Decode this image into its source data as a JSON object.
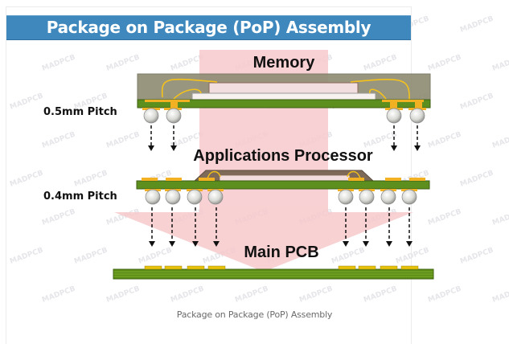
{
  "banner": {
    "title": "Package on Package (PoP) Assembly",
    "color": "#3e88be"
  },
  "diagram": {
    "labels": {
      "memory": "Memory",
      "applications_processor": "Applications Processor",
      "main_pcb": "Main PCB",
      "top_pitch": "0.5mm Pitch",
      "bottom_pitch": "0.4mm Pitch"
    },
    "watermark_text": "MADPCB",
    "colors": {
      "arrow_overlay": "#f7c9cc",
      "substrate_green": "#4f8a1e",
      "pad_gold": "#f2b023",
      "mold_compound": "#8e8b72",
      "die": "#f2dede",
      "solder_ball": "#d9d9d6",
      "bond_wire": "#f4c21b"
    }
  },
  "caption": "Package on Package (PoP) Assembly"
}
